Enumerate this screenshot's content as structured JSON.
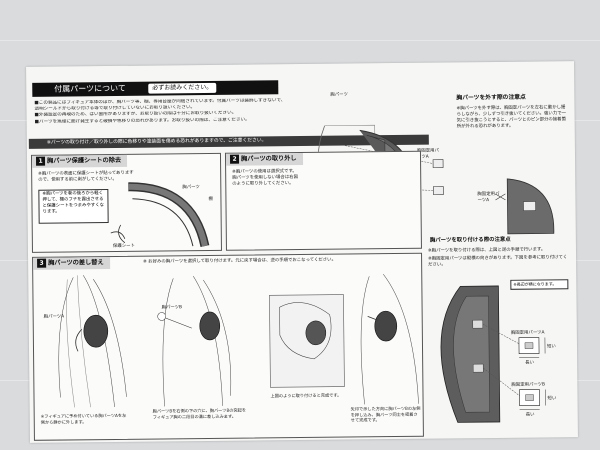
{
  "header": {
    "title": "付属パーツについて",
    "note": "必ずお読みください。"
  },
  "intro_lines": [
    "■この製品にはフィギュア本体のほか、胸パーツ等、棚、専用台座が同梱されています。付属パーツは装飾しすぎないで、",
    "  透明シールドから取り付ける等で取り付けしていないにお取り扱いください。",
    "■外装設定の再現のため、はい箇所がありますが、お取り扱いの際は十分にお取り扱いください。",
    "■パーツを無理に曲げ発生すると破損や色移りの恐れがあります。お取り扱いの際は、ご注意ください。"
  ],
  "warning": "※パーツの取り付け／取り外しの際に色移りや塗装面を傷める恐れがありますので、ご注意ください。",
  "sections": {
    "s1": {
      "num": "1",
      "title": "胸パーツ保護シートの除去",
      "text": "※胸パーツの表面に保護シートが貼ってありますので、使用する前に剥がしてください。",
      "bubble": "※胸パーツを巻の後ろから軽く押して、棚のフチを露出させると保護シートをつまみやすくなります。",
      "labels": {
        "part": "胸パーツ",
        "shelf": "棚",
        "sheet": "保護シート"
      }
    },
    "s2": {
      "num": "2",
      "title": "胸パーツの取り外し",
      "text": "※胸パーツの使用は選択式です。胸パーツを使用しない場合は右図のように取り外してください。",
      "labels": {
        "part": "胸パーツ",
        "fix": "胸固定用パーツA"
      }
    },
    "s3": {
      "num": "3",
      "title": "胸パーツの差し替え",
      "text": "※ お好みの胸パーツを選択して取り付けます。元に戻す場合は、逆の手順でおこなってください。",
      "labels": {
        "partA": "胸パーツA",
        "partB": "胸パーツB"
      },
      "captions": [
        "※フィギュアに予め付いている胸パーツAを左側から静かに外します。",
        "胸パーツBを右側の下の穴に、胸パーツBの突起をフィギュア胸の二段目の溝に差し込みます。",
        "上図のように取り付けると完成です。",
        "矢印で示した方向に胸パーツBの左側を押し込み、胸パーツ同士を密着させて完成です。"
      ]
    },
    "remove_notes": {
      "title": "胸パーツを外す際の注意点",
      "text": "※胸パーツを外す際は、胸固定パーツを左右に動かし揺らしながら、少しずつ引き抜いてください。強い力で一気に引き抜こうとすると、パーツとのピン部分の接着箇所が外れる恐れがあります。",
      "label": "胸固定用パーツA"
    },
    "attach_notes": {
      "title": "胸パーツを取り付ける際の注意点",
      "text1": "※胸パーツを取り付ける際は、上図と逆の手順で行います。",
      "text2": "※胸固定用パーツは縦横の向きがあります。下図を参考に取り付けてください。",
      "note": "※長辺が横になります。",
      "labelA": "胸固定用パーツA",
      "labelB": "胸固定用パーツB",
      "long": "長い",
      "short": "短い"
    }
  }
}
